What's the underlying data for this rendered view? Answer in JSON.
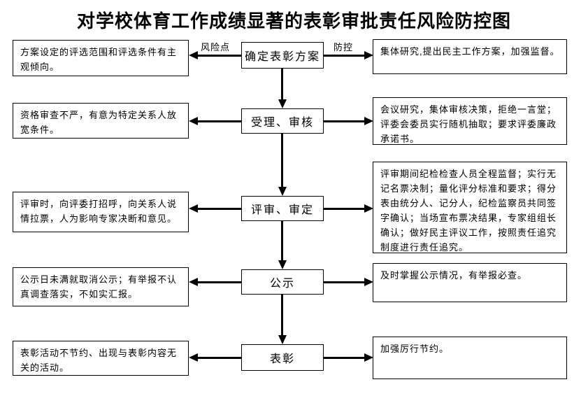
{
  "title": "对学校体育工作成绩显著的表彰审批责任风险防控图",
  "arrow_labels": {
    "risk": "风险点",
    "control": "防控"
  },
  "rows": [
    {
      "step": "确定表彰方案",
      "risk": "方案设定的评选范围和评选条件有主观倾向。",
      "control": "集体研究,提出民主工作方案，加强监督。"
    },
    {
      "step": "受理、审核",
      "risk": "资格审查不严，有意为特定关系人放宽条件。",
      "control": "会议研究，集体审核决策，拒绝一言堂；评委会委员实行随机抽取；要求评委廉政承诺书。"
    },
    {
      "step": "评审、审定",
      "risk": "评审时，向评委打招呼，向关系人说情拉票，人为影响专家决断和意见。",
      "control": "评审期间纪检检查人员全程监督；实行无记名票决制；量化评分标准和要求；得分表由统分人、记分人，纪检监察员共同签字确认；当场宣布票决结果，专家组组长确认；做好民主评议工作，按照责任追究制度进行责任追究。"
    },
    {
      "step": "公示",
      "risk": "公示日未满就取消公示；有举报不认真调查落实，不如实汇报。",
      "control": "及时掌握公示情况，有举报必查。"
    },
    {
      "step": "表彰",
      "risk": "表彰活动不节约、出现与表彰内容无关的活动。",
      "control": "加强厉行节约。"
    }
  ],
  "colors": {
    "background": "#ffffff",
    "line": "#000000",
    "text": "#000000"
  }
}
